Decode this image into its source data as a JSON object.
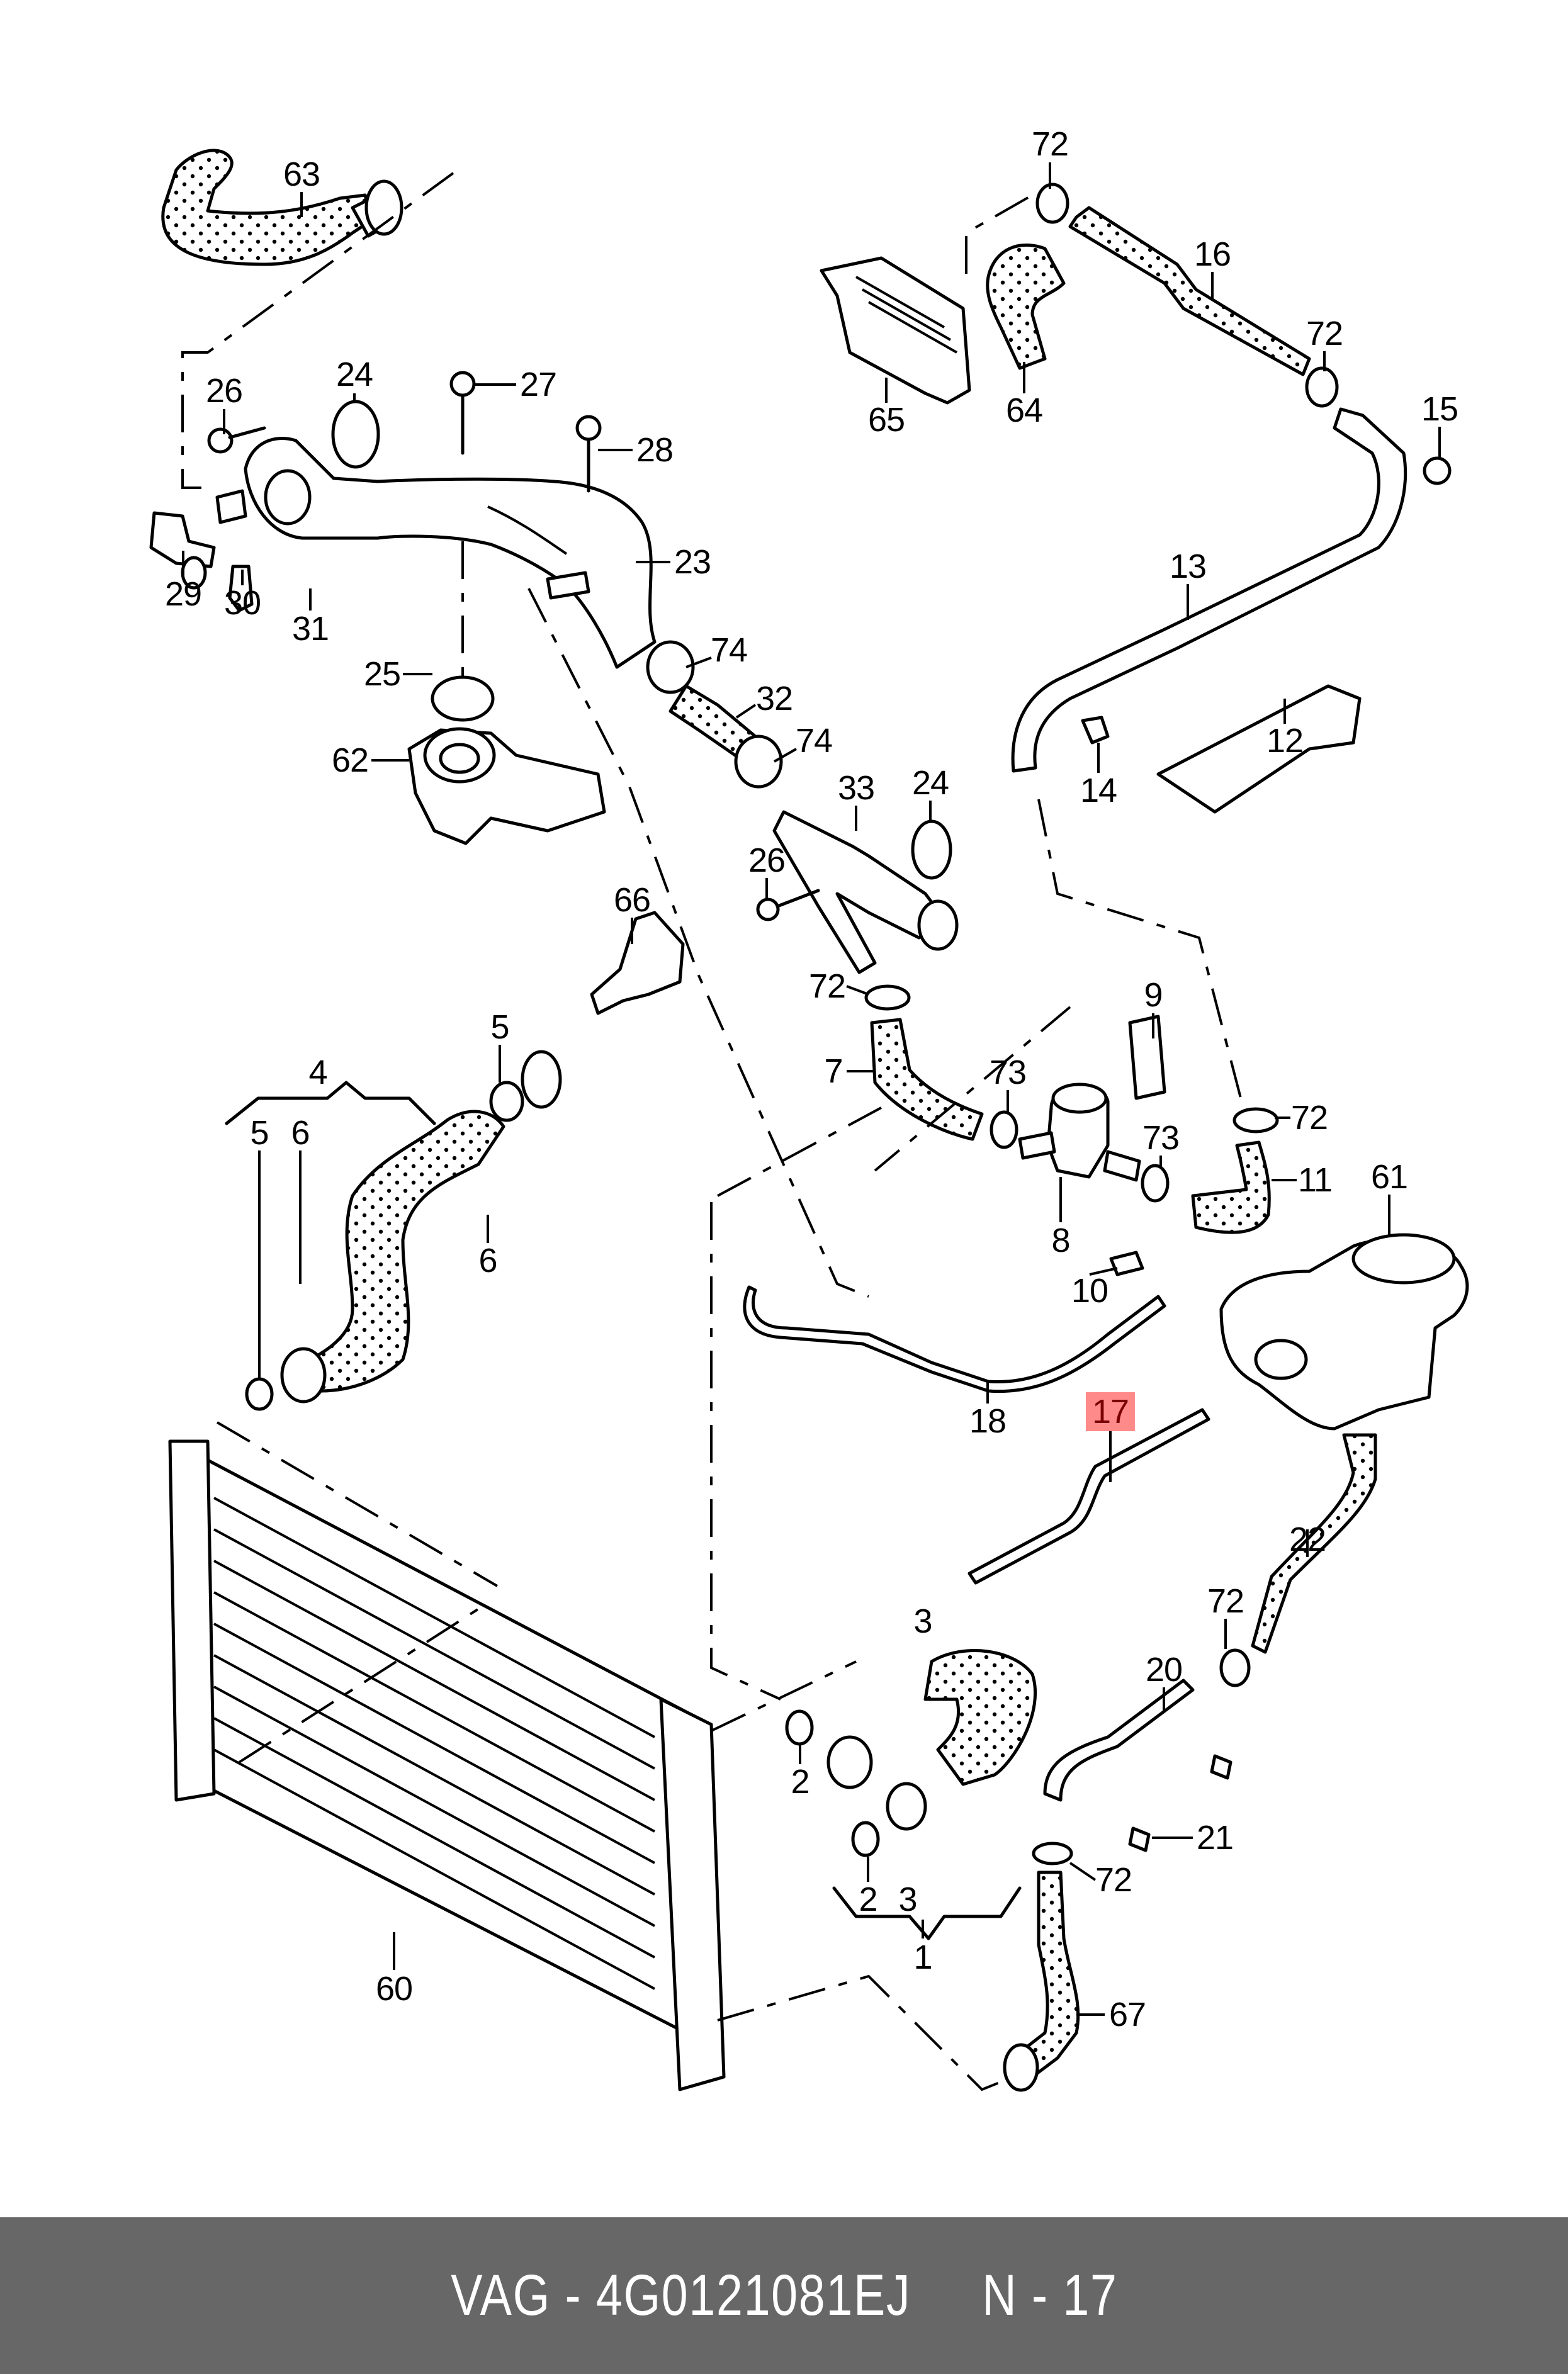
{
  "diagram": {
    "title": "Coolant system exploded parts diagram",
    "highlighted_part": "17",
    "callouts": [
      {
        "id": "c63",
        "label": "63"
      },
      {
        "id": "c26a",
        "label": "26"
      },
      {
        "id": "c24a",
        "label": "24"
      },
      {
        "id": "c27",
        "label": "27"
      },
      {
        "id": "c28",
        "label": "28"
      },
      {
        "id": "c23",
        "label": "23"
      },
      {
        "id": "c29",
        "label": "29"
      },
      {
        "id": "c30",
        "label": "30"
      },
      {
        "id": "c31",
        "label": "31"
      },
      {
        "id": "c25",
        "label": "25"
      },
      {
        "id": "c62",
        "label": "62"
      },
      {
        "id": "c74a",
        "label": "74"
      },
      {
        "id": "c32",
        "label": "32"
      },
      {
        "id": "c74b",
        "label": "74"
      },
      {
        "id": "c33",
        "label": "33"
      },
      {
        "id": "c24b",
        "label": "24"
      },
      {
        "id": "c26b",
        "label": "26"
      },
      {
        "id": "c72a",
        "label": "72"
      },
      {
        "id": "c16",
        "label": "16"
      },
      {
        "id": "c72b",
        "label": "72"
      },
      {
        "id": "c65",
        "label": "65"
      },
      {
        "id": "c64",
        "label": "64"
      },
      {
        "id": "c15",
        "label": "15"
      },
      {
        "id": "c13",
        "label": "13"
      },
      {
        "id": "c12",
        "label": "12"
      },
      {
        "id": "c14",
        "label": "14"
      },
      {
        "id": "c66",
        "label": "66"
      },
      {
        "id": "c72c",
        "label": "72"
      },
      {
        "id": "c7",
        "label": "7"
      },
      {
        "id": "c9",
        "label": "9"
      },
      {
        "id": "c73a",
        "label": "73"
      },
      {
        "id": "c72d",
        "label": "72"
      },
      {
        "id": "c73b",
        "label": "73"
      },
      {
        "id": "c11",
        "label": "11"
      },
      {
        "id": "c61",
        "label": "61"
      },
      {
        "id": "c8",
        "label": "8"
      },
      {
        "id": "c10",
        "label": "10"
      },
      {
        "id": "c5a",
        "label": "5"
      },
      {
        "id": "c4",
        "label": "4"
      },
      {
        "id": "c5b",
        "label": "5"
      },
      {
        "id": "c6a",
        "label": "6"
      },
      {
        "id": "c6b",
        "label": "6"
      },
      {
        "id": "c18",
        "label": "18"
      },
      {
        "id": "c17",
        "label": "17"
      },
      {
        "id": "c22",
        "label": "22"
      },
      {
        "id": "c72e",
        "label": "72"
      },
      {
        "id": "c3a",
        "label": "3"
      },
      {
        "id": "c20",
        "label": "20"
      },
      {
        "id": "c2a",
        "label": "2"
      },
      {
        "id": "c21",
        "label": "21"
      },
      {
        "id": "c72f",
        "label": "72"
      },
      {
        "id": "c2b",
        "label": "2"
      },
      {
        "id": "c3b",
        "label": "3"
      },
      {
        "id": "c1",
        "label": "1"
      },
      {
        "id": "c60",
        "label": "60"
      },
      {
        "id": "c67",
        "label": "67"
      }
    ]
  },
  "footer": {
    "text": "VAG - 4G0121081EJ     N - 17",
    "brand": "VAG",
    "part_number": "4G0121081EJ",
    "position": "N - 17",
    "background": "#676767",
    "text_color": "#ffffff"
  },
  "colors": {
    "highlight_bg": "#ff8a8a",
    "highlight_text": "#7a0000",
    "line": "#000000"
  }
}
